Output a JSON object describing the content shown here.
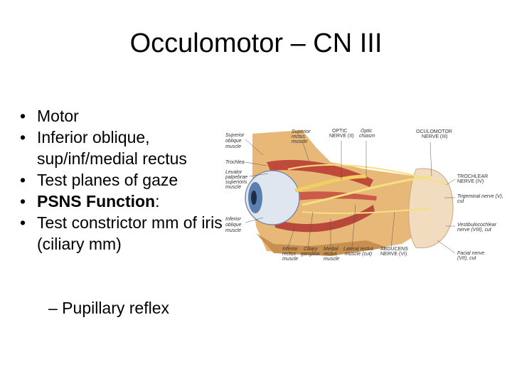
{
  "slide": {
    "title": "Occulomotor – CN III",
    "bullets": [
      {
        "text": "Motor"
      },
      {
        "text": "Inferior oblique, sup/inf/medial rectus"
      },
      {
        "text": "Test planes of gaze"
      },
      {
        "bold": "PSNS Function",
        "text": ":"
      },
      {
        "text": "Test constrictor mm of iris (ciliary mm)"
      }
    ],
    "sub_bullet": "– Pupillary reflex",
    "bullet_glyph": "•"
  },
  "figure": {
    "labels": {
      "superior_oblique": [
        "Superior",
        "oblique",
        "muscle"
      ],
      "trochlea": "Trochlea",
      "levator": [
        "Levator",
        "palpebrae",
        "superioris",
        "muscle"
      ],
      "inferior_oblique": [
        "Inferior",
        "oblique",
        "muscle"
      ],
      "superior_rectus": [
        "Superior",
        "rectus",
        "muscle"
      ],
      "optic_nerve": [
        "OPTIC",
        "NERVE (II)"
      ],
      "optic_chiasm": [
        "Optic",
        "chiasm"
      ],
      "oculomotor_nerve": [
        "OCULOMOTOR",
        "NERVE (III)"
      ],
      "trochlear_nerve": [
        "TROCHLEAR",
        "NERVE (IV)"
      ],
      "trigeminal_nerve": [
        "Trigeminal nerve (V),",
        "cut"
      ],
      "vestibulocochlear_nerve": [
        "Vestibulocochlear",
        "nerve (VIII), cut"
      ],
      "facial_nerve": [
        "Facial nerve",
        "(VII), cut"
      ],
      "inferior_rectus": [
        "Inferior",
        "rectus",
        "muscle"
      ],
      "ciliary_ganglion": [
        "Ciliary",
        "ganglion"
      ],
      "medial_rectus": [
        "Medial",
        "rectus",
        "muscle"
      ],
      "lateral_rectus": [
        "Lateral rectus",
        "muscle (cut)"
      ],
      "abducens_nerve": [
        "ABDUCENS",
        "NERVE (VI)"
      ]
    }
  }
}
